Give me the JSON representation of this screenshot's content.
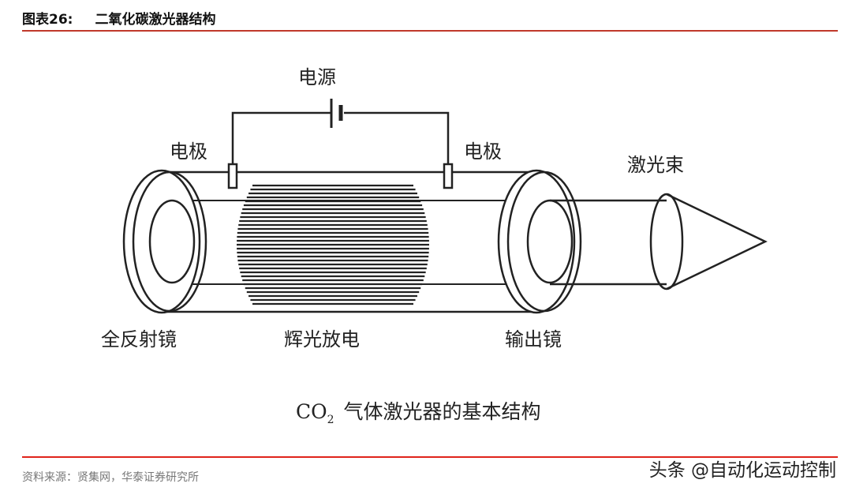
{
  "header": {
    "figure_number": "图表26:",
    "title": "二氧化碳激光器结构"
  },
  "diagram": {
    "power_label": "电源",
    "electrode_left_label": "电极",
    "electrode_right_label": "电极",
    "beam_label": "激光束",
    "full_mirror_label": "全反射镜",
    "discharge_label": "辉光放电",
    "output_mirror_label": "输出镜",
    "caption_formula": "CO",
    "caption_subscript": "2",
    "caption_text": "气体激光器的基本结构"
  },
  "footer": {
    "source": "资料来源：贤集网，华泰证券研究所",
    "watermark": "头条 @自动化运动控制"
  }
}
